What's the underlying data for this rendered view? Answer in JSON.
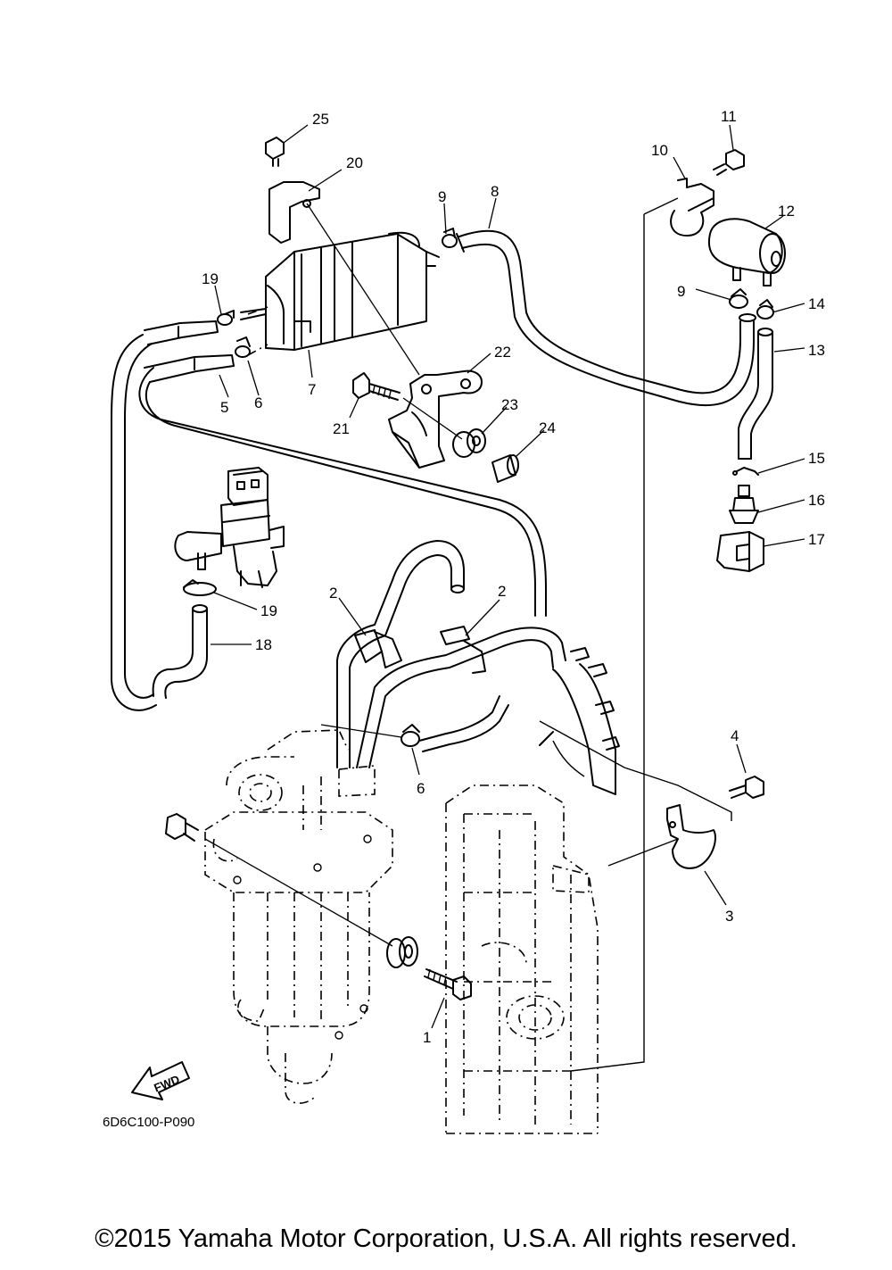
{
  "diagram": {
    "callouts": [
      "1",
      "2",
      "2",
      "3",
      "4",
      "5",
      "6",
      "6",
      "7",
      "8",
      "9",
      "9",
      "10",
      "11",
      "12",
      "13",
      "14",
      "15",
      "16",
      "17",
      "18",
      "19",
      "19",
      "20",
      "21",
      "22",
      "23",
      "24",
      "25"
    ],
    "direction_label": "FWD",
    "drawing_code": "6D6C100-P090"
  },
  "footer": {
    "copyright": "©2015 Yamaha Motor Corporation, U.S.A. All rights reserved."
  }
}
